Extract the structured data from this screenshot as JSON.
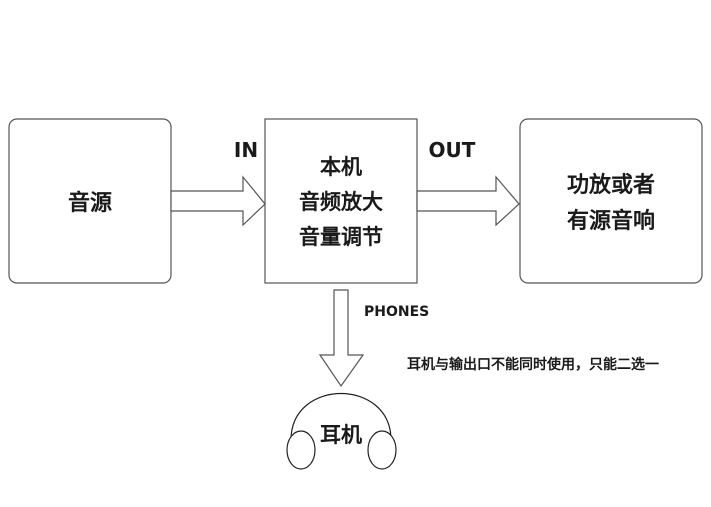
{
  "diagram": {
    "source_box": {
      "lines": [
        "音源"
      ]
    },
    "amp_box": {
      "lines": [
        "本机",
        "音频放大",
        "音量调节"
      ]
    },
    "output_box": {
      "lines": [
        "功放或者",
        "有源音响"
      ]
    },
    "in_label": "IN",
    "out_label": "OUT",
    "phones_label": "PHONES",
    "headphones_label": "耳机",
    "note": "耳机与输出口不能同时使用，只能二选一",
    "colors": {
      "stroke": "#555555",
      "text": "#1a1a1a",
      "background": "#ffffff"
    }
  }
}
